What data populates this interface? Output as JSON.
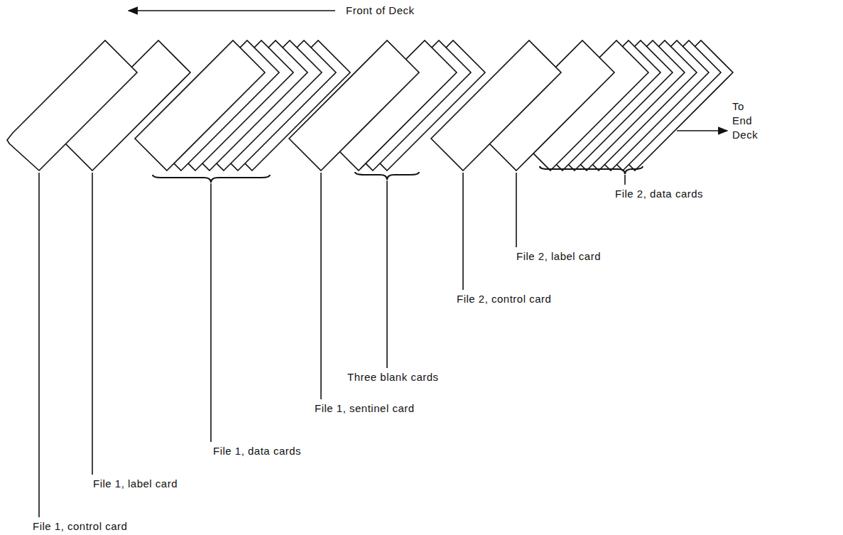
{
  "diagram": {
    "labels": [
      "Front of Deck",
      "To End Deck",
      "File 2, data cards",
      "File 2, label card",
      "File 2, control card",
      "Three blank cards",
      "File 1, sentinel card",
      "File 1, data cards",
      "File 1, label card",
      "File 1, control card"
    ]
  }
}
